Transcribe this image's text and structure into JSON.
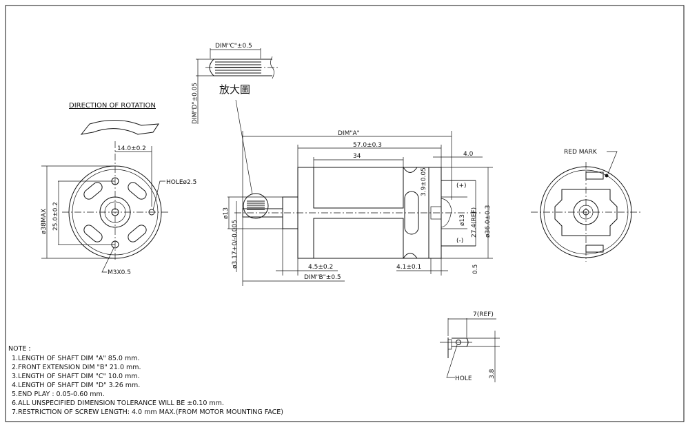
{
  "drawing": {
    "direction_label": "DIRECTION OF ROTATION",
    "magnified_label": "放大圖",
    "red_mark": "RED MARK",
    "front_view": {
      "dim_14": "14.0±0.2",
      "hole": "HOLEø2.5",
      "dia_38": "ø38MAX",
      "dim_25": "25.0±0.2",
      "m3": "M3X0.5"
    },
    "detail": {
      "dim_c": "DIM\"C\"±0.5",
      "dim_d": "DIM\"D\"±0.05"
    },
    "side_view": {
      "dim_a": "DIM\"A\"",
      "dim_57": "57.0±0.3",
      "dim_34": "34",
      "dim_4": "4.0",
      "dim_39": "3.9±0.05",
      "plus": "(+)",
      "minus": "(-)",
      "d13_right": "ø13",
      "ref_274": "27.4(REF)",
      "d36": "ø36.0±0.3",
      "d13_left": "ø13",
      "shaft": "ø3.17+0/-0.005",
      "dim_45": "4.5±0.2",
      "dim_41": "4.1±0.1",
      "dim_05": "0.5",
      "dim_b": "DIM\"B\"±0.5"
    },
    "terminal": {
      "ref7": "7(REF)",
      "hole": "HOLE",
      "dim_38": "3.8"
    }
  },
  "notes": {
    "title": "NOTE :",
    "items": [
      "1.LENGTH OF SHAFT DIM \"A\" 85.0 mm.",
      "2.FRONT EXTENSION DIM \"B\" 21.0 mm.",
      "3.LENGTH OF SHAFT DIM \"C\" 10.0 mm.",
      "4.LENGTH OF SHAFT DIM \"D\" 3.26   mm.",
      "5.END PLAY :  0.05-0.60 mm.",
      "6.ALL UNSPECIFIED DIMENSION TOLERANCE WILL BE ±0.10 mm.",
      "7.RESTRICTION OF SCREW LENGTH:  4.0 mm MAX.(FROM MOTOR MOUNTING FACE)"
    ]
  }
}
